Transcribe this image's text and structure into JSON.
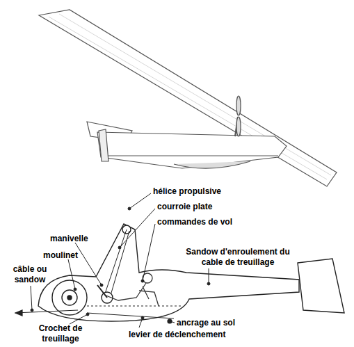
{
  "diagram": {
    "labels": [
      "hélice propulsive",
      "courroie plate",
      "commandes de vol",
      "manivelle",
      "moulinet",
      "Sandow d'enroulement du cable de treuillage",
      "câble ou sandow",
      "Crochet de treuillage",
      "ancrage au sol",
      "levier de déclenchement"
    ]
  }
}
